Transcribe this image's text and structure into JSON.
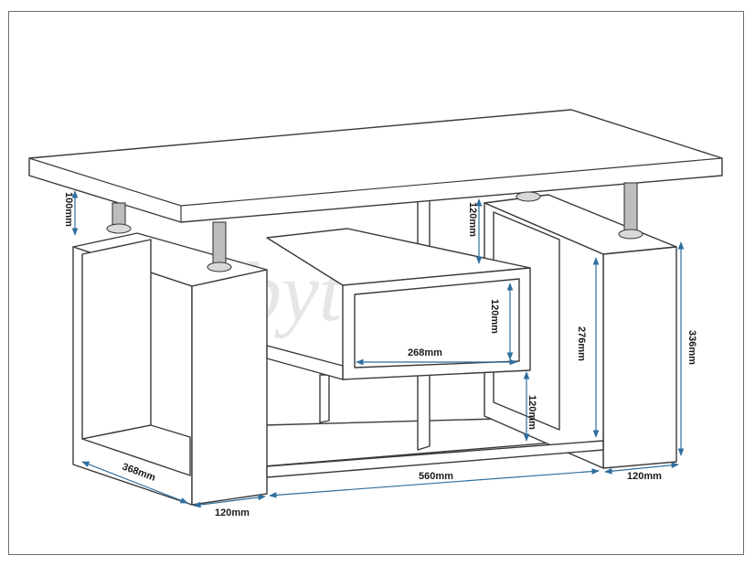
{
  "diagram": {
    "watermark": {
      "brand": "nabytec",
      "subtitle": "velkoobchod"
    },
    "dimensions": {
      "leg_height": "100mm",
      "upper_gap": "120mm",
      "shelf_gap": "120mm",
      "shelf_width": "268mm",
      "lower_gap": "120mm",
      "inner_height": "276mm",
      "total_height": "336mm",
      "depth": "368mm",
      "left_panel_width": "120mm",
      "inner_width": "560mm",
      "right_panel_width": "120mm"
    }
  }
}
